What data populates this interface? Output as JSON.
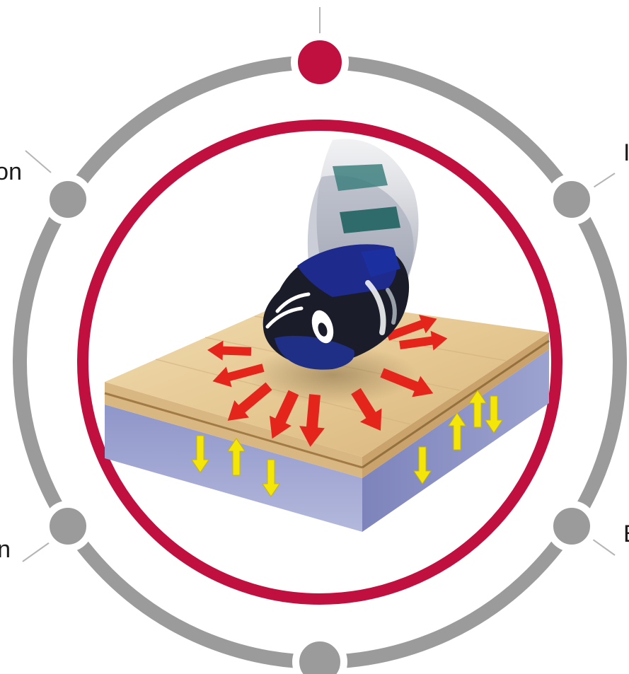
{
  "labels": {
    "upper_left": "on",
    "upper_right": "I",
    "lower_left": "n",
    "lower_right": "E"
  },
  "colors": {
    "outer_ring": "#9b9b9b",
    "inner_ring": "#c0103f",
    "top_node": "#c0103f",
    "node": "#9b9b9b",
    "connector": "#b5b5b5",
    "force_arrow": "#e3251b",
    "vertical_arrow": "#f5e60a",
    "floor_top": "#e2c592",
    "floor_base": "#8e94c4"
  },
  "icons": {
    "center_illustration": "shoe-impact-on-floor-illustration",
    "force_arrows": "red-dispersion-arrows",
    "vertical_arrows": "yellow-rebound-arrows"
  }
}
